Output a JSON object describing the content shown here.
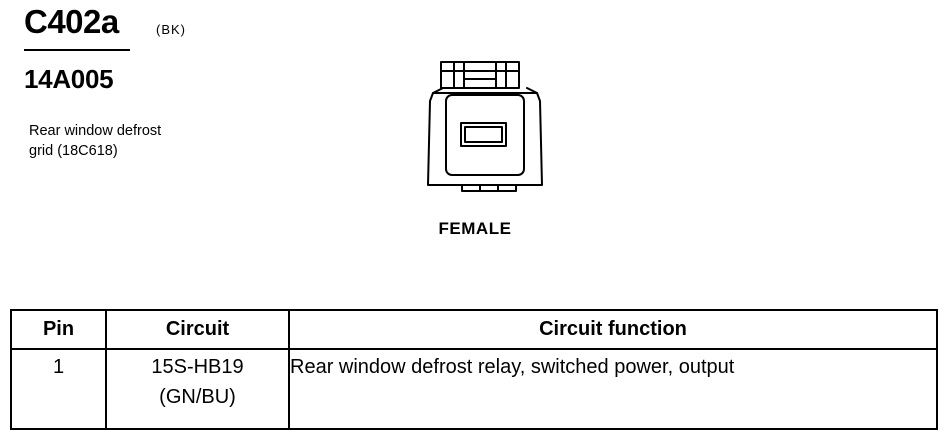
{
  "header": {
    "connector_id": "C402a",
    "color_code": "(BK)",
    "part_number": "14A005",
    "description_lines": [
      "Rear window defrost",
      "grid (18C618)"
    ]
  },
  "connector": {
    "gender_label": "FEMALE",
    "icon": "connector-face-icon"
  },
  "pin_table": {
    "columns": [
      "Pin",
      "Circuit",
      "Circuit function"
    ],
    "rows": [
      {
        "pin": "1",
        "circuit": "15S-HB19",
        "wire_color": "(GN/BU)",
        "function": "Rear window defrost relay, switched power, output"
      }
    ]
  },
  "colors": {
    "ink": "#000000",
    "background": "#ffffff"
  }
}
